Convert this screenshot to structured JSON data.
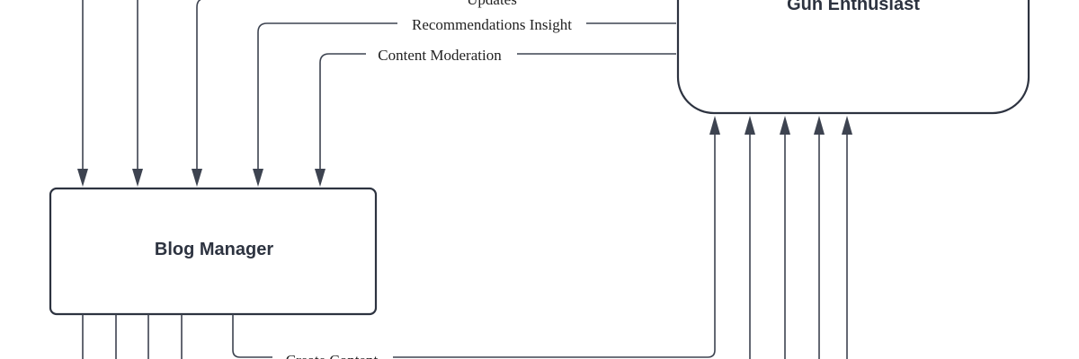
{
  "diagram": {
    "nodes": {
      "gun_enthusiast": {
        "label": "Gun Enthusiast"
      },
      "blog_manager": {
        "label": "Blog Manager"
      }
    },
    "edges": {
      "updates": {
        "label": "Updates"
      },
      "recommendations_insight": {
        "label": "Recommendations Insight"
      },
      "content_moderation": {
        "label": "Content Moderation"
      },
      "create_content": {
        "label": "Create Content"
      }
    },
    "colors": {
      "stroke": "#2d3340",
      "line": "#3d4350",
      "background": "#ffffff"
    }
  }
}
